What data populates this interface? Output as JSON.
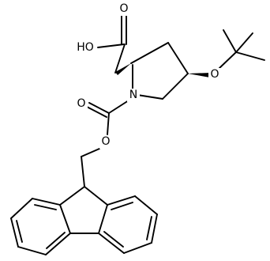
{
  "molecule": {
    "atoms": {
      "carboxyl_oxygen_double": "O",
      "carboxyl_hydroxyl": "HO",
      "ring_nitrogen": "N",
      "ether_oxygen": "O",
      "carbamate_oxygen_double": "O",
      "carbamate_oxygen_single": "O"
    }
  }
}
